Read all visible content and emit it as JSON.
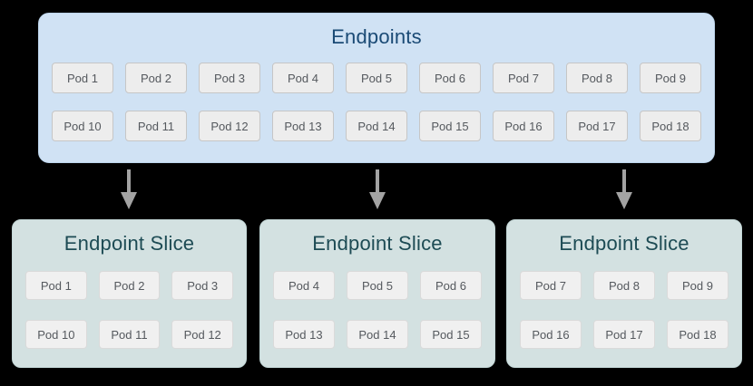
{
  "colors": {
    "background": "#000000",
    "endpoints_fill": "#d0e2f4",
    "endpoints_border": "#bdd5ec",
    "endpoints_title": "#1a4a75",
    "slice_fill": "#d3e1e1",
    "slice_border": "#c2d6d6",
    "slice_title": "#1d4b54",
    "pod_fill": "#ededed",
    "pod_border": "#c6c6c6",
    "slice_pod_fill": "#f0f0f0",
    "slice_pod_border": "#dadada",
    "pod_text": "#55595e",
    "arrow": "#a3a3a3"
  },
  "endpoints": {
    "title": "Endpoints",
    "row1": [
      "Pod 1",
      "Pod 2",
      "Pod 3",
      "Pod 4",
      "Pod 5",
      "Pod 6",
      "Pod 7",
      "Pod 8",
      "Pod 9"
    ],
    "row2": [
      "Pod 10",
      "Pod 11",
      "Pod 12",
      "Pod 13",
      "Pod 14",
      "Pod 15",
      "Pod 16",
      "Pod 17",
      "Pod 18"
    ]
  },
  "slices": [
    {
      "title": "Endpoint Slice",
      "row1": [
        "Pod 1",
        "Pod 2",
        "Pod 3"
      ],
      "row2": [
        "Pod 10",
        "Pod 11",
        "Pod 12"
      ]
    },
    {
      "title": "Endpoint Slice",
      "row1": [
        "Pod 4",
        "Pod 5",
        "Pod 6"
      ],
      "row2": [
        "Pod 13",
        "Pod 14",
        "Pod 15"
      ]
    },
    {
      "title": "Endpoint Slice",
      "row1": [
        "Pod 7",
        "Pod 8",
        "Pod 9"
      ],
      "row2": [
        "Pod 16",
        "Pod 17",
        "Pod 18"
      ]
    }
  ]
}
